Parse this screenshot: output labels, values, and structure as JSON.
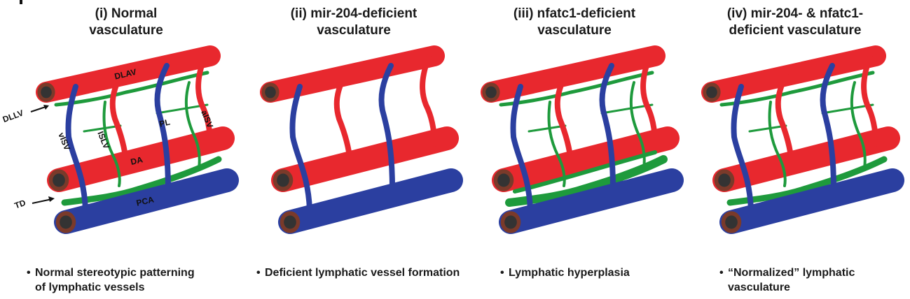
{
  "figure": {
    "panels": [
      {
        "id": "i",
        "title_line1": "(i)  Normal",
        "title_line2": "vasculature",
        "caption_line1": "Normal stereotypic patterning",
        "caption_line2": "of lymphatic vessels",
        "lymphatics": "normal"
      },
      {
        "id": "ii",
        "title_line1": "(ii)  mir-204-deficient",
        "title_line2": "vasculature",
        "caption_line1": "Deficient lymphatic vessel formation",
        "caption_line2": "",
        "lymphatics": "absent"
      },
      {
        "id": "iii",
        "title_line1": "(iii)  nfatc1-deficient",
        "title_line2": "vasculature",
        "caption_line1": "Lymphatic hyperplasia",
        "caption_line2": "",
        "lymphatics": "hyperplastic"
      },
      {
        "id": "iv",
        "title_line1": "(iv)  mir-204- & nfatc1-",
        "title_line2": "deficient vasculature",
        "caption_line1": "“Normalized” lymphatic",
        "caption_line2": "vasculature",
        "lymphatics": "normal"
      }
    ],
    "labels": {
      "dlav": "DLAV",
      "dllv": "DLLV",
      "visv": "vISV",
      "islv": "ISLV",
      "pl": "PL",
      "aisv": "aISV",
      "da": "DA",
      "pca": "PCA",
      "td": "TD"
    },
    "colors": {
      "artery": "#e8282e",
      "vein": "#2b3fa0",
      "lymphatic": "#1e9a3c",
      "lumen": "#333333"
    }
  }
}
